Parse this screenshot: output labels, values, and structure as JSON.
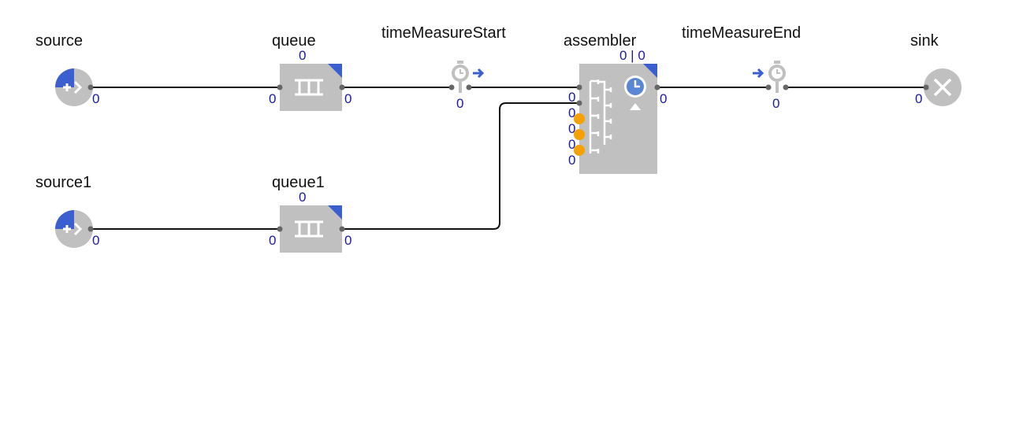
{
  "colors": {
    "block": "#c0c0c0",
    "accent": "#3b5fcf",
    "port": "#666666",
    "link": "#111111",
    "counter": "#1a1aa6",
    "pending": "#f5a100",
    "icon": "#ffffff"
  },
  "blocks": {
    "source": {
      "label": "source",
      "out_count": "0"
    },
    "source1": {
      "label": "source1",
      "out_count": "0"
    },
    "queue": {
      "label": "queue",
      "size": "0",
      "in_count": "0",
      "out_count": "0"
    },
    "queue1": {
      "label": "queue1",
      "size": "0",
      "in_count": "0",
      "out_count": "0"
    },
    "timeMeasureStart": {
      "label": "timeMeasureStart",
      "count": "0"
    },
    "assembler": {
      "label": "assembler",
      "status": "0 | 0",
      "in_counts": [
        "0",
        "0",
        "0",
        "0",
        "0"
      ],
      "out_count": "0"
    },
    "timeMeasureEnd": {
      "label": "timeMeasureEnd",
      "count": "0"
    },
    "sink": {
      "label": "sink",
      "in_count": "0"
    }
  }
}
